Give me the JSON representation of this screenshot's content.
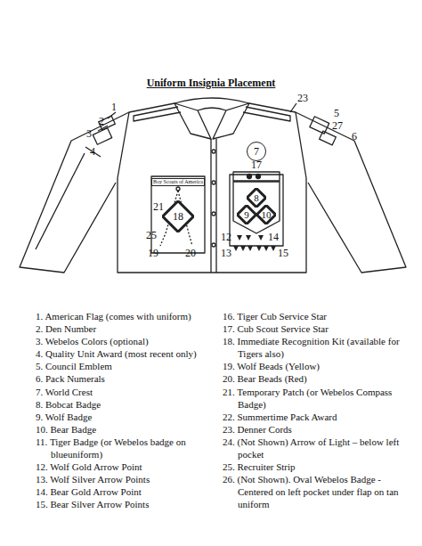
{
  "diagram": {
    "title": "Uniform Insignia Placement",
    "nodes": [
      {
        "text": [
          "Boy Scouts of America"
        ]
      },
      {
        "text": [
          "18"
        ]
      },
      {
        "text": [
          "7"
        ]
      },
      {
        "text": [
          "8"
        ]
      },
      {
        "text": [
          "9"
        ]
      },
      {
        "text": [
          "10"
        ]
      }
    ],
    "labels": [
      "1",
      "2",
      "3",
      "4",
      "23",
      "5",
      "27",
      "6",
      "17",
      "21",
      "25",
      "19",
      "20",
      "12",
      "14",
      "13",
      "15",
      "1. American Flag (comes with uniform)",
      "2. Den Number",
      "3. Webelos Colors (optional)",
      "4. Quality Unit Award (most recent only)",
      "5. Council Emblem",
      "6. Pack Numerals",
      "7. World Crest",
      "8. Bobcat Badge",
      "9. Wolf Badge",
      "10. Bear Badge",
      "11. Tiger Badge (or Webelos badge on blueuniform)",
      "12. Wolf Gold Arrow Point",
      "13. Wolf Silver Arrow Points",
      "14. Bear Gold Arrow Point",
      "15. Bear Silver Arrow Points",
      "16. Tiger Cub Service Star",
      "17. Cub Scout Service Star",
      "18. Immediate Recognition Kit (available for Tigers also)",
      "19. Wolf Beads (Yellow)",
      "20. Bear Beads (Red)",
      "21. Temporary Patch (or Webelos Compass Badge)",
      "22. Summertime Pack Award",
      "23. Denner Cords",
      "24. (Not Shown) Arrow of Light – below left pocket",
      "25. Recruiter Strip",
      "26. (Not Shown). Oval Webelos Badge - Centered on left pocket under flap on tan uniform"
    ]
  }
}
